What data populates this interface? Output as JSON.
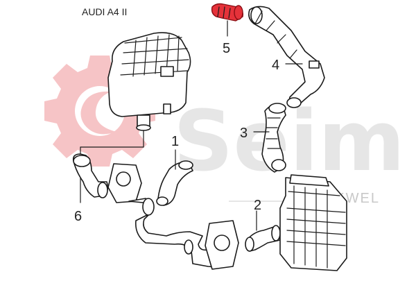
{
  "title": "AUDI A4 II",
  "watermark": {
    "brand": "Seim",
    "sub_text": "AKWEL"
  },
  "colors": {
    "highlight": "#e5323a",
    "gear": "#f6c4c6",
    "watermark": "#e6e6e6",
    "line": "#1a1a1a"
  },
  "callouts": [
    {
      "label": "1",
      "part": "intercooler-hose-left"
    },
    {
      "label": "2",
      "part": "intercooler-hose-lower"
    },
    {
      "label": "3",
      "part": "intake-hose-middle"
    },
    {
      "label": "4",
      "part": "intake-pipe-upper"
    },
    {
      "label": "5",
      "part": "highlighted-hose"
    },
    {
      "label": "6",
      "part": "reservoir-outlet-hose"
    }
  ]
}
